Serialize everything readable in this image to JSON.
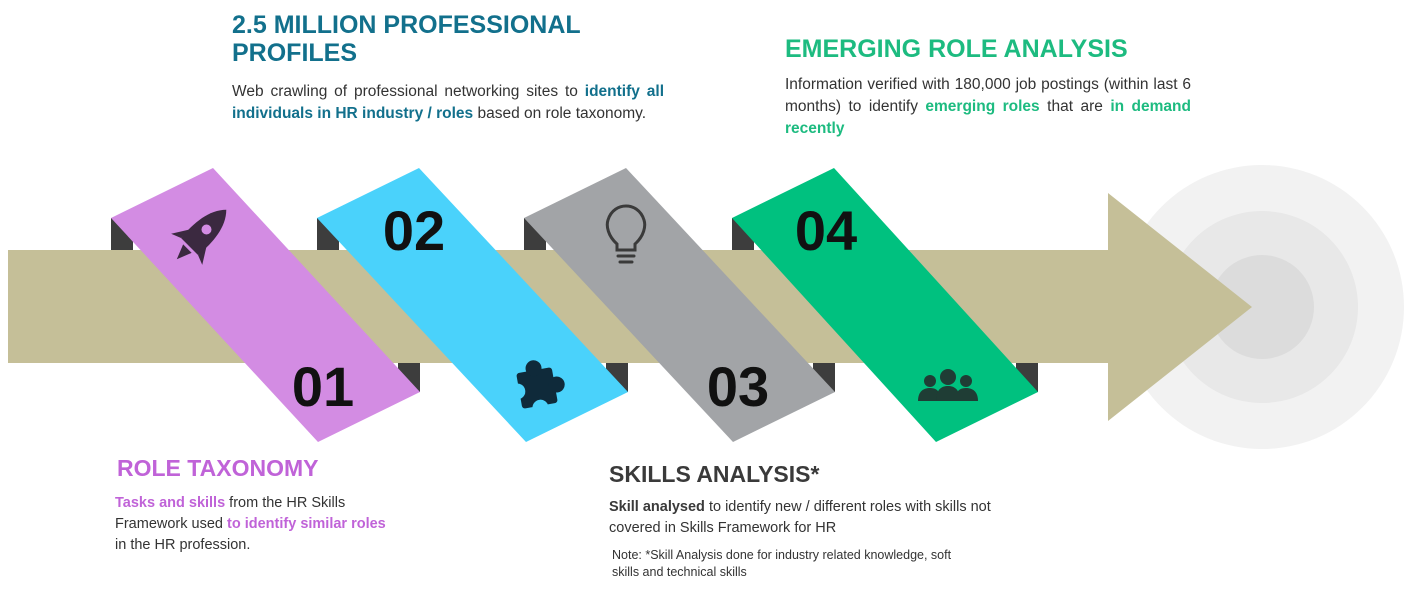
{
  "colors": {
    "arrow": "#c5bf98",
    "panel_1": "#d38ce3",
    "panel_2": "#4ad2fb",
    "panel_3": "#a2a4a7",
    "panel_4": "#00c17f",
    "fold": "#3d3d3d",
    "icon": "#3b2940",
    "target_outer": "#f2f2f2",
    "target_mid": "#e8e8e8",
    "target_inner": "#dcdcdc",
    "title_teal": "#12708c",
    "title_green": "#1dbb80",
    "title_purple": "#c063d8",
    "title_dark": "#3a3a3a"
  },
  "steps": [
    {
      "number": "01",
      "icon": "rocket-icon"
    },
    {
      "number": "02",
      "icon": "puzzle-icon"
    },
    {
      "number": "03",
      "icon": "lightbulb-icon"
    },
    {
      "number": "04",
      "icon": "people-group-icon"
    }
  ],
  "profiles": {
    "title": "2.5 MILLION PROFESSIONAL PROFILES",
    "text_1": "Web crawling of professional networking sites to ",
    "highlight": "identify all individuals in HR industry / roles",
    "text_2": " based on role taxonomy."
  },
  "emerging": {
    "title": "EMERGING ROLE ANALYSIS",
    "text_1": "Information verified with 180,000 job postings (within last 6 months)  to identify ",
    "highlight_1": "emerging roles",
    "text_2": " that are ",
    "highlight_2": "in demand recently"
  },
  "taxonomy": {
    "title": "ROLE TAXONOMY",
    "highlight_1": "Tasks and skills",
    "text_1": " from the HR Skills Framework used ",
    "highlight_2": "to identify similar roles",
    "text_2": " in the HR profession."
  },
  "skills": {
    "title": "SKILLS ANALYSIS*",
    "highlight": "Skill analysed",
    "text": " to identify new / different roles with skills not covered in Skills Framework for HR",
    "note": "Note: *Skill Analysis done for industry related knowledge, soft skills and technical skills"
  }
}
